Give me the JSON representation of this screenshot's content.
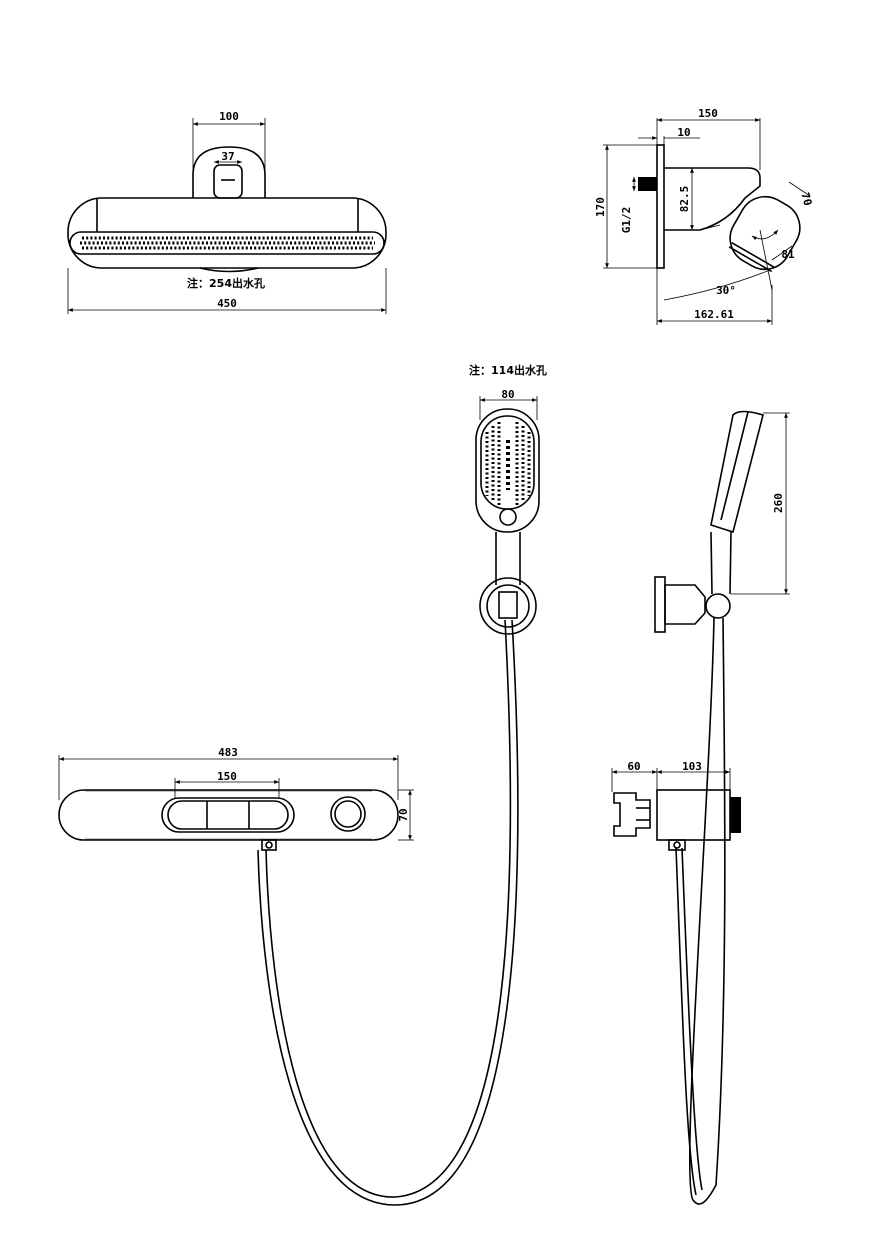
{
  "overhead_front": {
    "dim_width": "450",
    "dim_arm": "100",
    "dim_inner": "37",
    "note": "注：254出水孔"
  },
  "overhead_side": {
    "dim_depth": "150",
    "dim_wall": "10",
    "dim_height": "170",
    "dim_offset": "82.5",
    "thread": "G1/2",
    "dim_head": "70",
    "dim_small": "81",
    "angle": "30°",
    "dim_reach": "162.61"
  },
  "hand_shower": {
    "note": "注：114出水孔",
    "dim_width": "80",
    "dim_length": "260"
  },
  "mixer_front": {
    "dim_width": "483",
    "dim_buttons": "150",
    "dim_height": "70"
  },
  "mixer_side": {
    "dim_inlet": "60",
    "dim_body": "103"
  }
}
